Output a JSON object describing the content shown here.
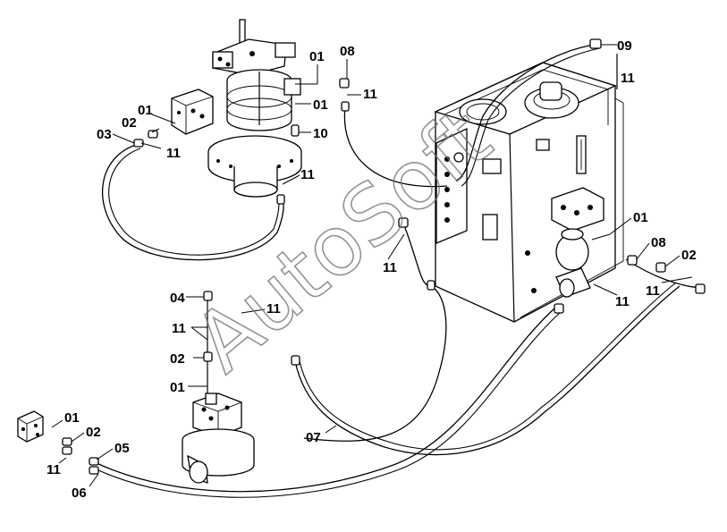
{
  "watermark": "AutoSoft",
  "callouts": {
    "c_09": "09",
    "c_11_top_right": "11",
    "c_01_top": "01",
    "c_08_top": "08",
    "c_11_top_mid": "11",
    "c_01_mid": "01",
    "c_10": "10",
    "c_11_rotary": "11",
    "c_01_valve": "01",
    "c_02_valve": "02",
    "c_03": "03",
    "c_11_valve": "11",
    "c_11_tank_pipe": "11",
    "c_01_right": "01",
    "c_08_right": "08",
    "c_02_right": "02",
    "c_11_right_a": "11",
    "c_11_right_b": "11",
    "c_04": "04",
    "c_11_motor_a": "11",
    "c_11_motor_b": "11",
    "c_02_motor": "02",
    "c_01_motor": "01",
    "c_07": "07",
    "c_01_block": "01",
    "c_02_block": "02",
    "c_05": "05",
    "c_11_block": "11",
    "c_06": "06"
  }
}
